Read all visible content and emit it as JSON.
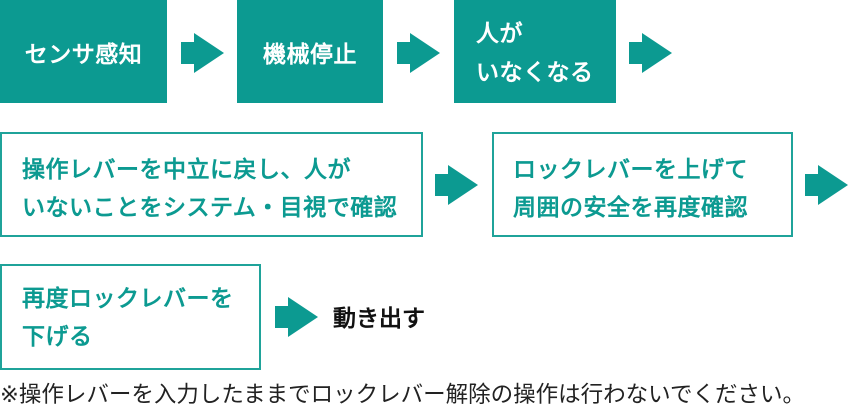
{
  "colors": {
    "accent": "#0c9a91",
    "border": "#1fa39a",
    "text_dark": "#111111"
  },
  "steps": [
    {
      "style": "filled",
      "lines": [
        "センサ感知"
      ]
    },
    {
      "style": "filled",
      "lines": [
        "機械停止"
      ]
    },
    {
      "style": "filled",
      "lines": [
        "人が",
        "いなくなる"
      ]
    },
    {
      "style": "outlined",
      "lines": [
        "操作レバーを中立に戻し、人が",
        "いないことをシステム・目視で確認"
      ]
    },
    {
      "style": "outlined",
      "lines": [
        "ロックレバーを上げて",
        "周囲の安全を再度確認"
      ]
    },
    {
      "style": "outlined",
      "lines": [
        "再度ロックレバーを",
        "下げる"
      ]
    }
  ],
  "result": "動き出す",
  "arrow_icon": "arrow-right-icon",
  "note": "※操作レバーを入力したままでロックレバー解除の操作は行わないでください。"
}
